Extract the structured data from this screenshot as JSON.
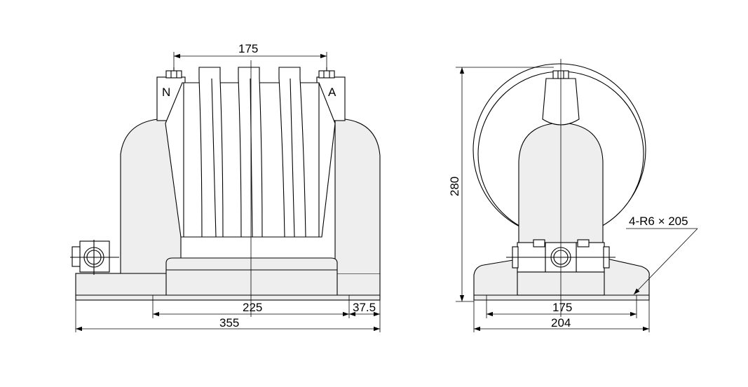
{
  "front_view": {
    "dimensions": {
      "top_span": "175",
      "mount_span": "225",
      "offset": "37.5",
      "overall_width": "355"
    },
    "terminals": {
      "left": "N",
      "right": "A"
    }
  },
  "side_view": {
    "dimensions": {
      "height": "280",
      "mount_span": "175",
      "overall_width": "204"
    },
    "slot_note": "4-R6 × 205"
  }
}
